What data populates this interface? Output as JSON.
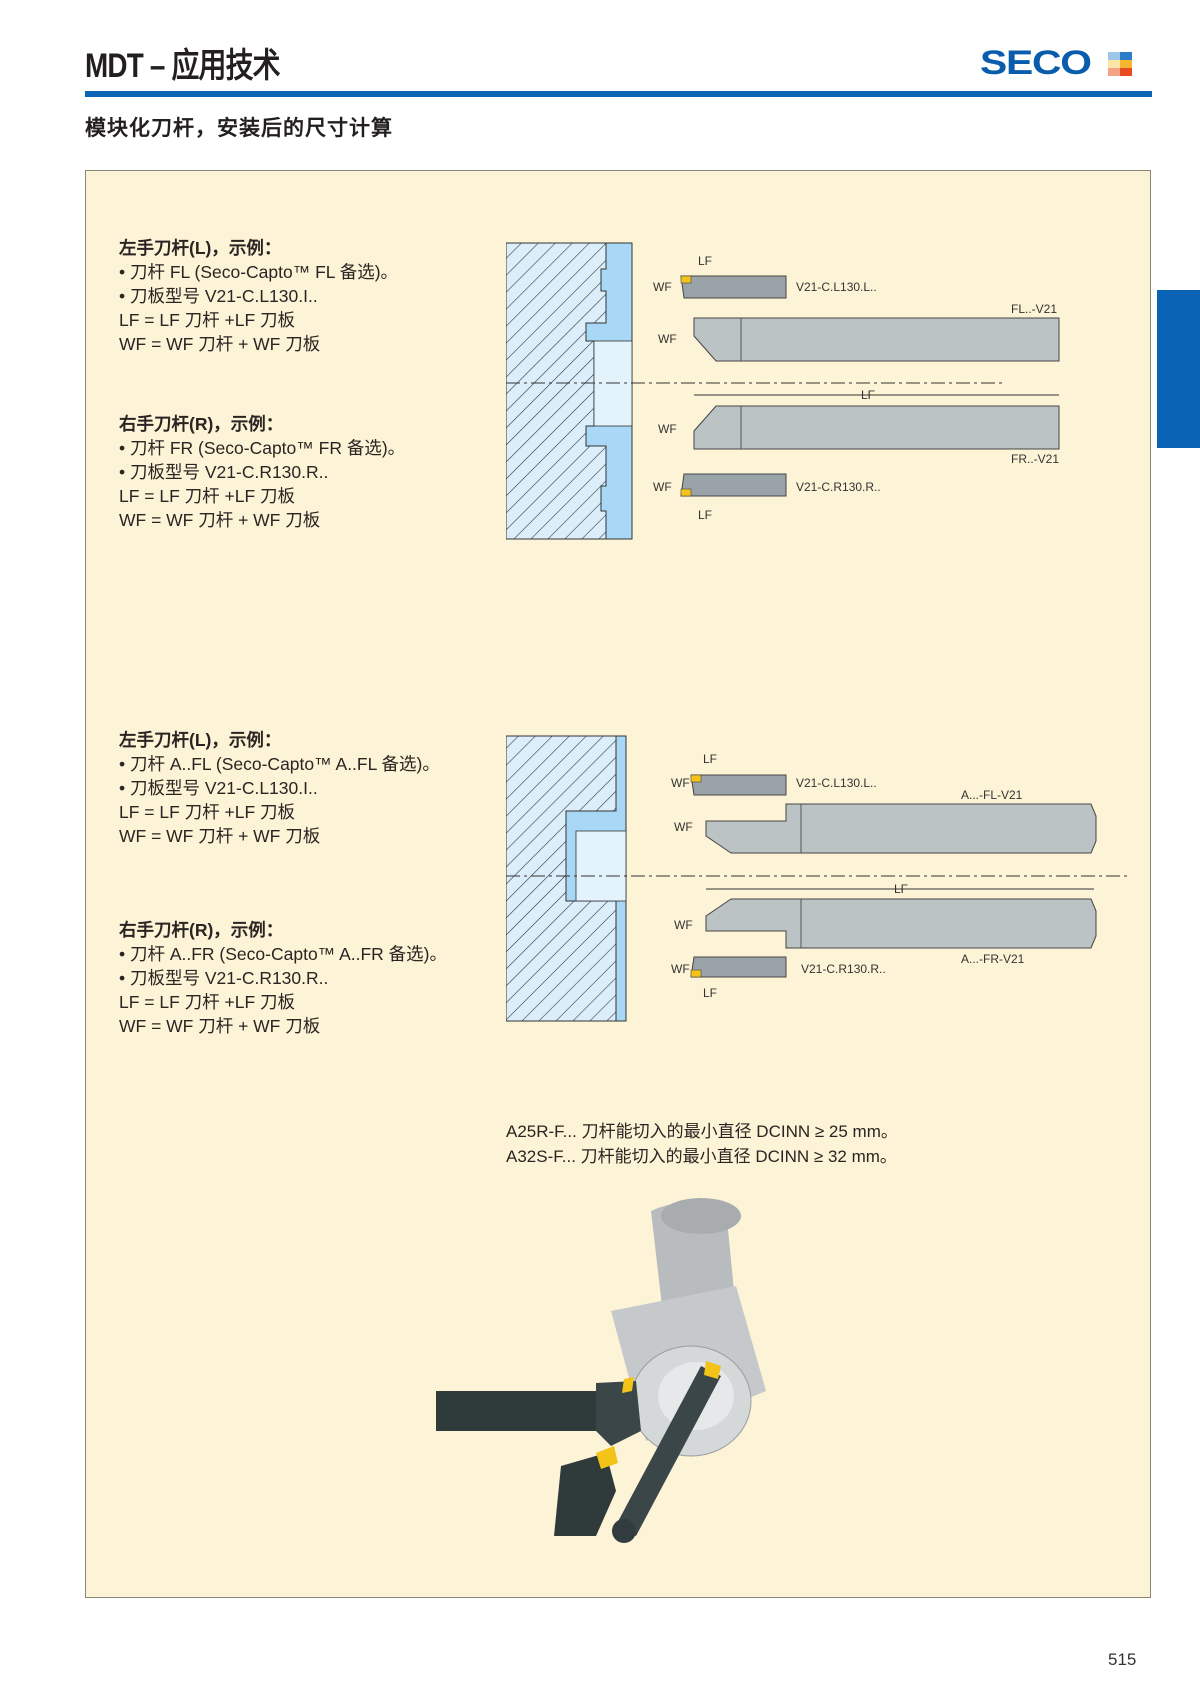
{
  "header": {
    "title": "MDT – 应用技术",
    "logo_text": "SECO",
    "subtitle": "模块化刀杆，安装后的尺寸计算",
    "accent_color": "#0a63b5"
  },
  "sections": [
    {
      "heading": "左手刀杆(L)，示例：",
      "lines": [
        "• 刀杆 FL (Seco-Capto™ FL 备选)。",
        "• 刀板型号 V21-C.L130.I..",
        "LF = LF 刀杆 +LF 刀板",
        "WF = WF 刀杆 + WF 刀板"
      ]
    },
    {
      "heading": "右手刀杆(R)，示例：",
      "lines": [
        "• 刀杆 FR (Seco-Capto™ FR 备选)。",
        "• 刀板型号 V21-C.R130.R..",
        "LF = LF 刀杆 +LF 刀板",
        "WF = WF 刀杆 + WF 刀板"
      ]
    },
    {
      "heading": "左手刀杆(L)，示例：",
      "lines": [
        "• 刀杆 A..FL (Seco-Capto™ A..FL 备选)。",
        "• 刀板型号 V21-C.L130.I..",
        "LF = LF 刀杆 +LF 刀板",
        "WF = WF 刀杆 + WF 刀板"
      ]
    },
    {
      "heading": "右手刀杆(R)，示例：",
      "lines": [
        "• 刀杆 A..FR (Seco-Capto™ A..FR 备选)。",
        "• 刀板型号 V21-C.R130.R..",
        "LF = LF 刀杆 +LF 刀板",
        "WF = WF 刀杆 + WF 刀板"
      ]
    }
  ],
  "diagram1": {
    "labels": {
      "lf": "LF",
      "wf": "WF",
      "insert_top": "V21-C.L130.L..",
      "holder_top": "FL..-V21",
      "holder_bottom": "FR..-V21",
      "insert_bottom": "V21-C.R130.R.."
    }
  },
  "diagram2": {
    "labels": {
      "lf": "LF",
      "wf": "WF",
      "insert_top": "V21-C.L130.L..",
      "holder_top": "A...-FL-V21",
      "holder_bottom": "A...-FR-V21",
      "insert_bottom": "V21-C.R130.R.."
    }
  },
  "notes": [
    "A25R-F... 刀杆能切入的最小直径 DCINN ≥ 25 mm。",
    "A32S-F... 刀杆能切入的最小直径 DCINN ≥ 32 mm。"
  ],
  "footer": {
    "page_number": "515"
  }
}
